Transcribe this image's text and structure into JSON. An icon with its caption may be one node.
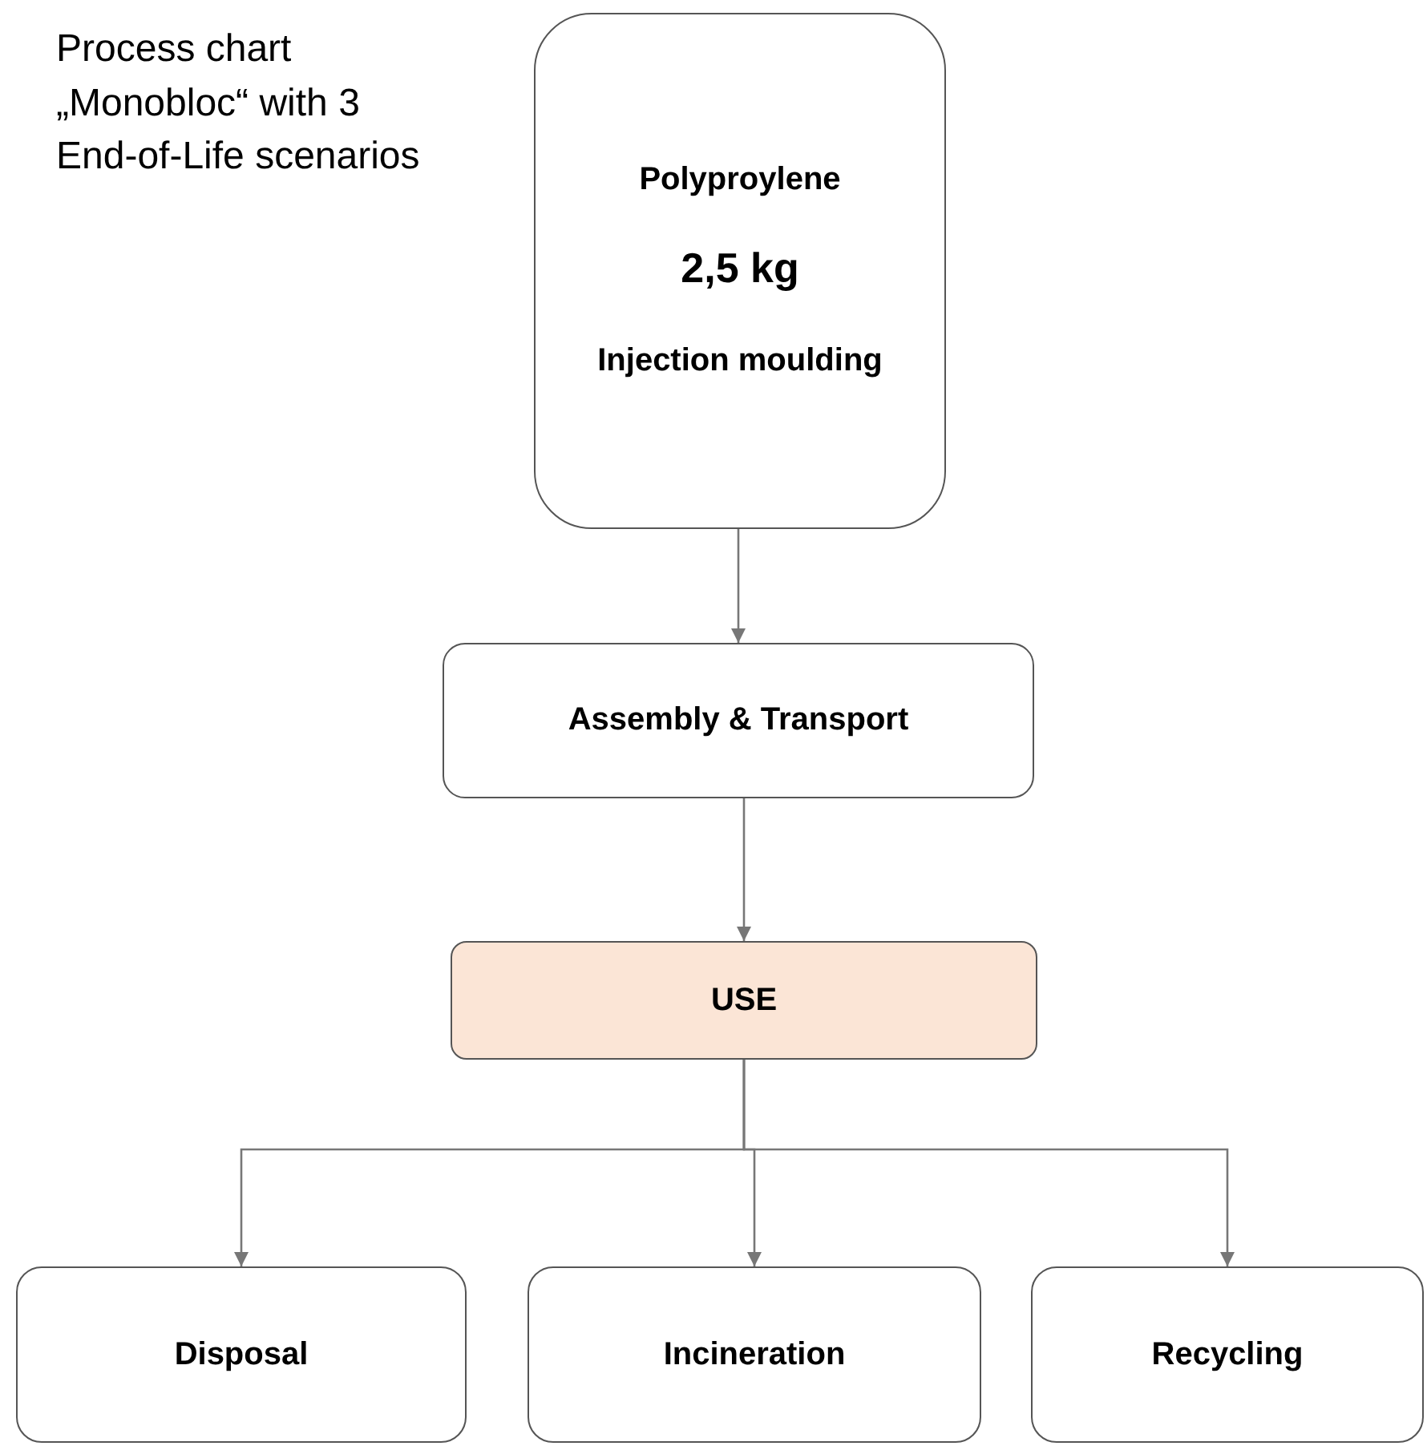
{
  "diagram": {
    "title": "Process chart „Monobloc“ with 3 End-of-Life scenarios",
    "nodes": [
      {
        "text": [
          "Polyproylene",
          "2,5 kg",
          "Injection moulding"
        ]
      },
      {
        "text": [
          "Assembly & Transport"
        ]
      },
      {
        "text": [
          "USE"
        ]
      },
      {
        "text": [
          "Disposal"
        ]
      },
      {
        "text": [
          "Incineration"
        ]
      },
      {
        "text": [
          "Recycling"
        ]
      }
    ],
    "edges": [
      {
        "from": 0,
        "to": 1,
        "arrow": "to"
      },
      {
        "from": 1,
        "to": 2,
        "arrow": "to"
      },
      {
        "from": 2,
        "to": 3,
        "arrow": "to"
      },
      {
        "from": 2,
        "to": 4,
        "arrow": "to"
      },
      {
        "from": 2,
        "to": 5,
        "arrow": "to"
      }
    ]
  }
}
